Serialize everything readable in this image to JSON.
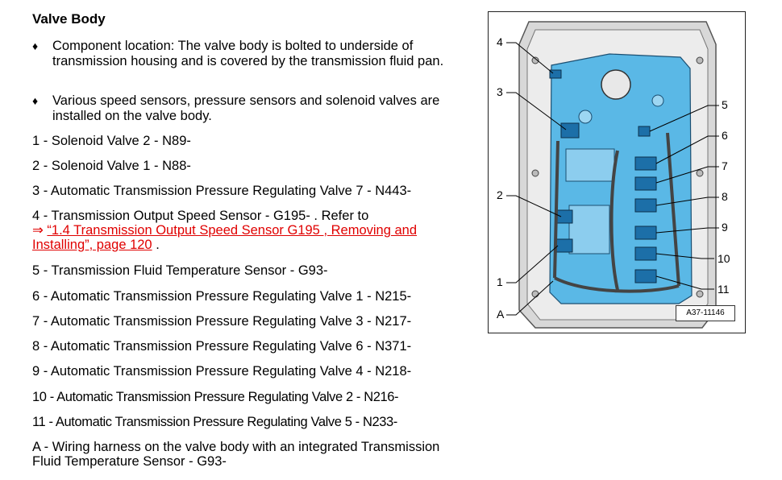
{
  "title": "Valve Body",
  "bullets": [
    "Component location: The valve body is bolted to underside of transmission housing and is covered by the transmission fluid pan.",
    "Various speed sensors, pressure sensors and solenoid valves are installed on the valve body."
  ],
  "items": {
    "i1": "1 - Solenoid Valve 2 - N89-",
    "i2": "2 - Solenoid Valve 1 - N88-",
    "i3": "3 - Automatic Transmission Pressure Regulating Valve 7 - N443-",
    "i4_text": "4 - Transmission Output Speed Sensor - G195- . Refer to",
    "i4_arrow": "⇒",
    "i4_link": "“1.4 Transmission Output Speed Sensor G195 , Removing and Installing”, page 120",
    "i4_end": " .",
    "i5": "5 - Transmission Fluid Temperature Sensor - G93-",
    "i6": "6 - Automatic Transmission Pressure Regulating Valve 1 - N215-",
    "i7": "7 - Automatic Transmission Pressure Regulating Valve 3 - N217-",
    "i8": "8 - Automatic Transmission Pressure Regulating Valve 6 - N371-",
    "i9": "9 - Automatic Transmission Pressure Regulating Valve 4 - N218-",
    "i10": "10 - Automatic Transmission Pressure Regulating Valve 2 - N216-",
    "i11": "11 - Automatic Transmission Pressure Regulating Valve 5 - N233-",
    "iA": "A - Wiring harness on the valve body with an integrated Transmission Fluid Temperature Sensor - G93-"
  },
  "figure": {
    "id": "A37-11146",
    "callouts": {
      "c1": "1",
      "c2": "2",
      "c3": "3",
      "c4": "4",
      "c5": "5",
      "c6": "6",
      "c7": "7",
      "c8": "8",
      "c9": "9",
      "c10": "10",
      "c11": "11",
      "cA": "A"
    },
    "colors": {
      "valve_body": "#5ab8e6",
      "housing": "#d8d8d8",
      "connector": "#1c6fa8"
    }
  }
}
